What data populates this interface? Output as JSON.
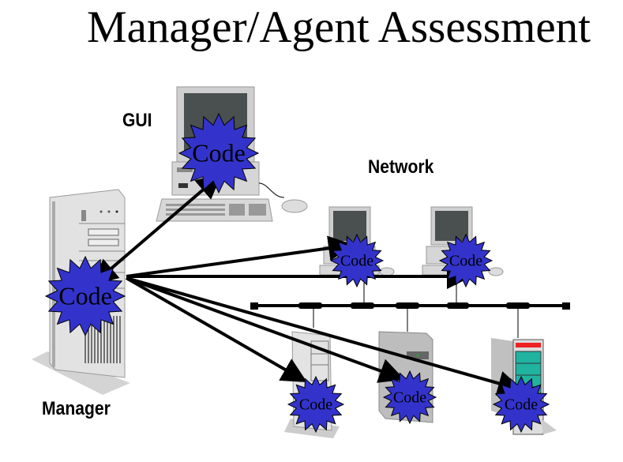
{
  "title": "Manager/Agent Assessment",
  "labels": {
    "gui": "GUI",
    "network": "Network",
    "manager": "Manager"
  },
  "badge_text": "Code",
  "colors": {
    "badge_fill": "#3333cc",
    "device_gray": "#c8c8c8",
    "screen_dark": "#4a4f4f",
    "line": "#000000",
    "rack_teal": "#1fb3a0",
    "rack_red": "#ee2222"
  },
  "nodes": [
    {
      "id": "manager",
      "type": "tower-server",
      "badge": "Code"
    },
    {
      "id": "gui",
      "type": "desktop-workstation",
      "badge": "Code"
    },
    {
      "id": "network-pc-1",
      "type": "desktop-pc",
      "badge": "Code"
    },
    {
      "id": "network-pc-2",
      "type": "desktop-pc",
      "badge": "Code"
    },
    {
      "id": "server-1",
      "type": "tower-server",
      "badge": "Code"
    },
    {
      "id": "server-2",
      "type": "tower-server",
      "badge": "Code"
    },
    {
      "id": "server-3",
      "type": "rack-server",
      "badge": "Code"
    }
  ],
  "edges": [
    {
      "from": "manager",
      "to": "gui",
      "bidirectional": true
    },
    {
      "from": "manager",
      "to": "network-pc-1"
    },
    {
      "from": "manager",
      "to": "network-pc-2"
    },
    {
      "from": "manager",
      "to": "server-1"
    },
    {
      "from": "manager",
      "to": "server-2"
    },
    {
      "from": "manager",
      "to": "server-3"
    }
  ]
}
